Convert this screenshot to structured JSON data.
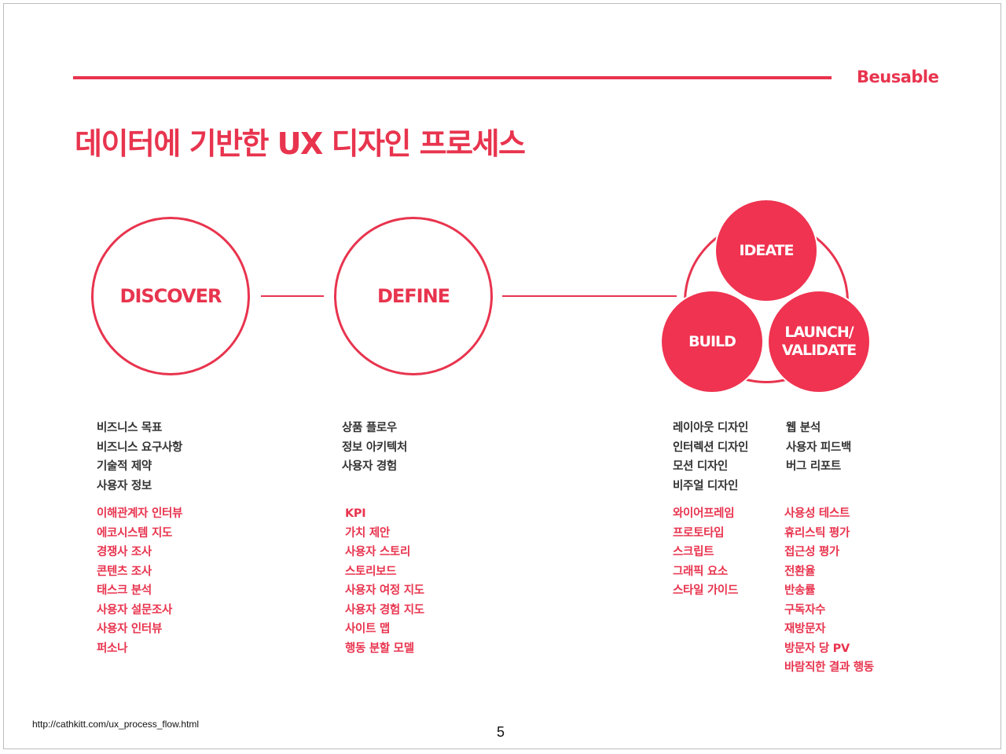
{
  "header": {
    "brand": "Beusable"
  },
  "title": "데이터에 기반한 UX 디자인 프로세스",
  "stages": {
    "discover": "DISCOVER",
    "define": "DEFINE",
    "ideate": "IDEATE",
    "build": "BUILD",
    "launch": "LAUNCH/\nVALIDATE"
  },
  "colors": {
    "accent": "#e8344e",
    "text": "#333333"
  },
  "lists": {
    "discover_dark": [
      "비즈니스 목표",
      "비즈니스 요구사항",
      "기술적 제약",
      "사용자 정보"
    ],
    "discover_red": [
      "이해관계자 인터뷰",
      "에코시스템 지도",
      "경쟁사 조사",
      "콘텐츠 조사",
      "태스크 분석",
      "사용자 설문조사",
      "사용자 인터뷰",
      "퍼소나"
    ],
    "define_dark": [
      "상품 플로우",
      "정보 아키텍처",
      "사용자 경험"
    ],
    "define_red": [
      "KPI",
      "가치 제안",
      "사용자 스토리",
      "스토리보드",
      "사용자 여정 지도",
      "사용자 경험 지도",
      "사이트 맵",
      "행동 분할 모델"
    ],
    "build_dark": [
      "레이아웃 디자인",
      "인터렉션 디자인",
      "모션 디자인",
      "비주얼 디자인"
    ],
    "build_red": [
      "와이어프레임",
      "프로토타입",
      "스크립트",
      "그래픽 요소",
      "스타일 가이드"
    ],
    "launch_dark": [
      "웹 분석",
      "사용자 피드백",
      "버그 리포트"
    ],
    "launch_red": [
      "사용성 테스트",
      "휴리스틱 평가",
      "접근성 평가",
      "전환율",
      "반송률",
      "구독자수",
      "재방문자",
      "방문자 당 PV",
      "바람직한 결과 행동"
    ]
  },
  "footer": {
    "url": "http://cathkitt.com/ux_process_flow.html",
    "page_number": "5"
  }
}
